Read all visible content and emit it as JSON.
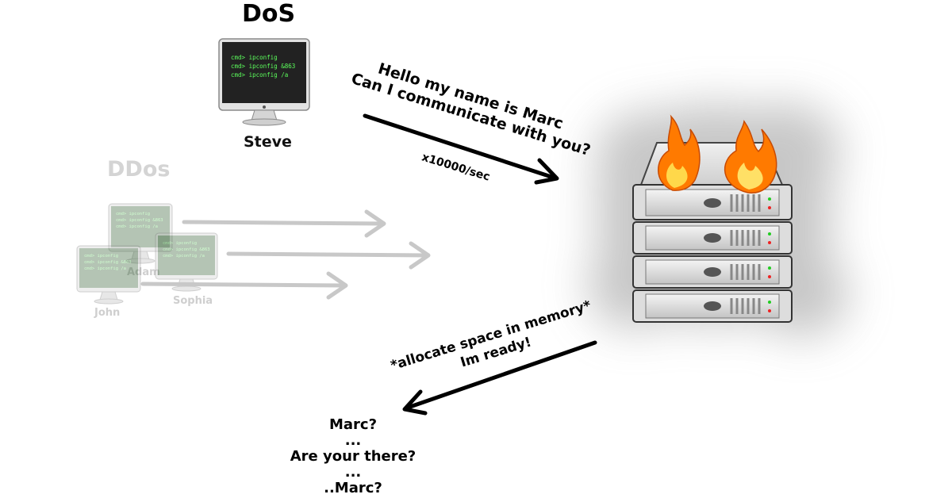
{
  "dos": {
    "title": "DoS",
    "computer": {
      "name": "Steve",
      "terminal": [
        "cmd> ipconfig",
        "cmd> ipconfig &863",
        "cmd> ipconfig /a"
      ]
    }
  },
  "ddos": {
    "title": "DDos",
    "computers": [
      {
        "name": "Adam",
        "terminal": [
          "cmd> ipconfig",
          "cmd> ipconfig &863",
          "cmd> ipconfig /a"
        ]
      },
      {
        "name": "Sophia",
        "terminal": [
          "cmd> ipconfig",
          "cmd> ipconfig &863",
          "cmd> ipconfig /a"
        ]
      },
      {
        "name": "John",
        "terminal": [
          "cmd> ipconfig",
          "cmd> ipconfig &863",
          "cmd> ipconfig /a"
        ]
      }
    ]
  },
  "request": {
    "line1": "Hello my name is Marc",
    "line2": "Can I communicate with you?",
    "rate": "x10000/sec"
  },
  "response": {
    "line1": "*allocate space in memory*",
    "line2": "Im ready!"
  },
  "waiting": [
    "Marc?",
    "...",
    "Are your there?",
    "...",
    "..Marc?"
  ]
}
